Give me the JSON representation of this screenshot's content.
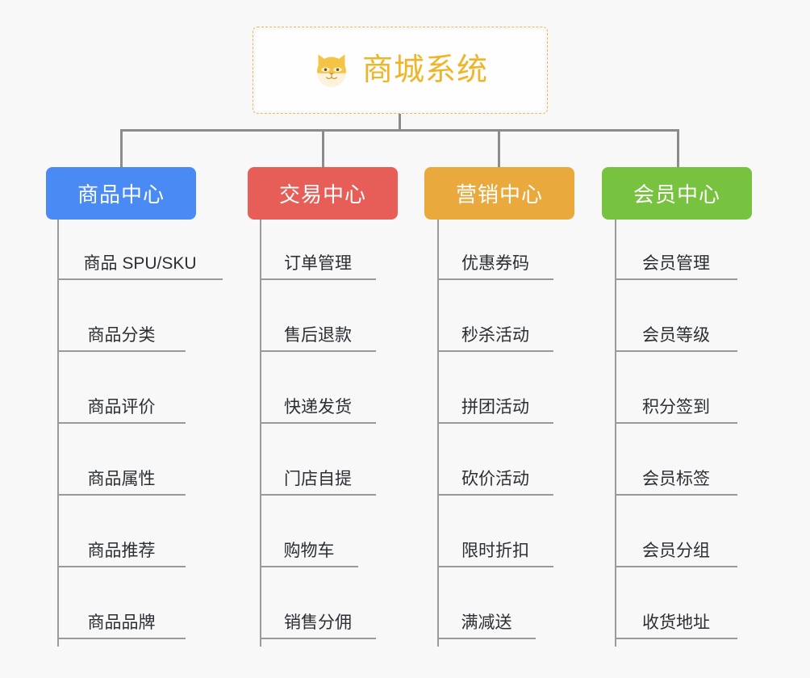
{
  "background_color": "#f8f8f8",
  "root": {
    "title": "商城系统",
    "icon": "shiba-dog-face-icon",
    "text_color": "#f0b429",
    "border_color": "#f0b65a",
    "border_style": "dashed"
  },
  "connector_color": "#8c8c8c",
  "branches": [
    {
      "label": "商品中心",
      "color": "#4a8af4",
      "items": [
        "商品 SPU/SKU",
        "商品分类",
        "商品评价",
        "商品属性",
        "商品推荐",
        "商品品牌"
      ]
    },
    {
      "label": "交易中心",
      "color": "#e75e58",
      "items": [
        "订单管理",
        "售后退款",
        "快递发货",
        "门店自提",
        "购物车",
        "销售分佣"
      ]
    },
    {
      "label": "营销中心",
      "color": "#eaa93c",
      "items": [
        "优惠券码",
        "秒杀活动",
        "拼团活动",
        "砍价活动",
        "限时折扣",
        "满减送"
      ]
    },
    {
      "label": "会员中心",
      "color": "#77c23f",
      "items": [
        "会员管理",
        "会员等级",
        "积分签到",
        "会员标签",
        "会员分组",
        "收货地址"
      ]
    }
  ]
}
